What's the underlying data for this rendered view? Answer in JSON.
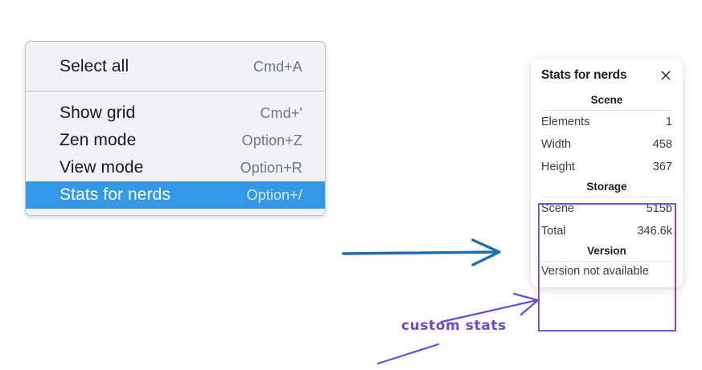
{
  "context_menu": {
    "name": "context-menu",
    "sections": [
      {
        "items": [
          {
            "label": "Select all",
            "shortcut": "Cmd+A",
            "selected": false
          }
        ]
      },
      {
        "items": [
          {
            "label": "Show grid",
            "shortcut": "Cmd+'",
            "selected": false
          },
          {
            "label": "Zen mode",
            "shortcut": "Option+Z",
            "selected": false
          },
          {
            "label": "View mode",
            "shortcut": "Option+R",
            "selected": false
          },
          {
            "label": "Stats for nerds",
            "shortcut": "Option+/",
            "selected": true
          }
        ]
      }
    ]
  },
  "stats_panel": {
    "title": "Stats for nerds",
    "close_icon": "close-icon",
    "sections": [
      {
        "heading": "Scene",
        "rows": [
          {
            "key": "Elements",
            "value": "1"
          },
          {
            "key": "Width",
            "value": "458"
          },
          {
            "key": "Height",
            "value": "367"
          }
        ]
      },
      {
        "heading": "Storage",
        "rows": [
          {
            "key": "Scene",
            "value": "515b"
          },
          {
            "key": "Total",
            "value": "346.6k"
          }
        ]
      },
      {
        "heading": "Version",
        "text": "Version not available"
      }
    ]
  },
  "annotations": {
    "label": "custom stats",
    "blue_arrow_color": "#1f6cb0",
    "purple_color": "#6a49d8",
    "highlight_box_color": "#7b4ddb"
  },
  "colors": {
    "menu_background": "#f0f2f5",
    "menu_border": "#b9c2ce",
    "selected_row": "#3498e8",
    "shortcut_text": "#6f7680",
    "panel_background": "#ffffff"
  }
}
